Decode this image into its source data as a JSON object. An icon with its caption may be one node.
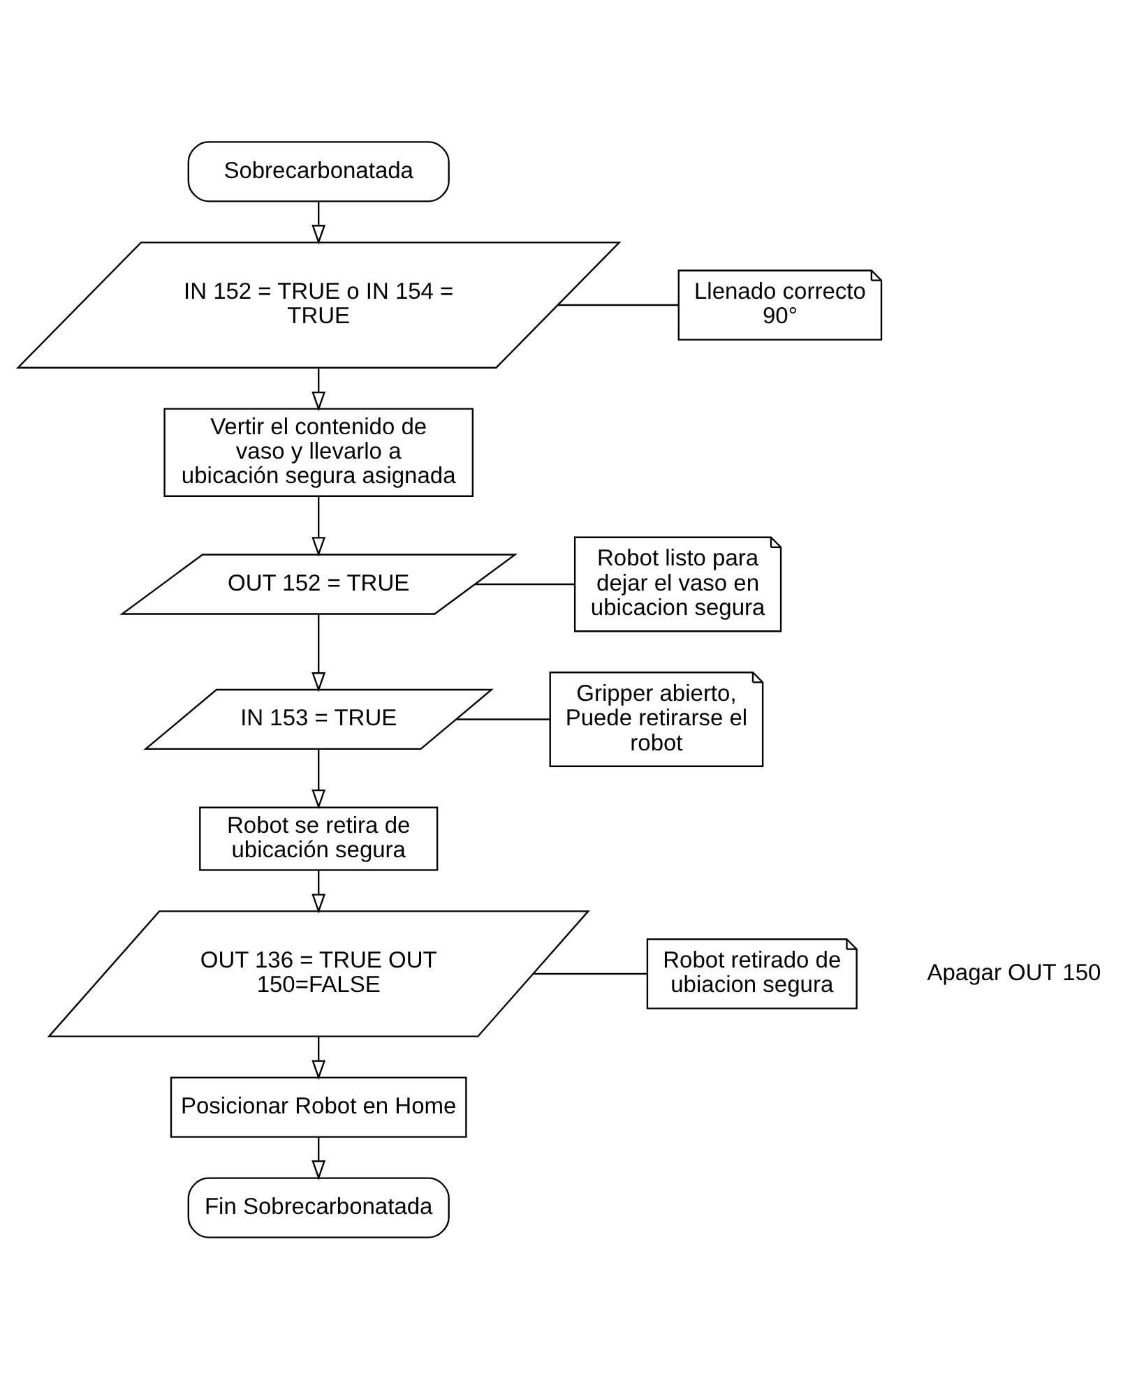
{
  "diagram": {
    "nodes": [
      {
        "text": [
          "Sobrecarbonatada"
        ]
      },
      {
        "text": [
          "IN 152 = TRUE o IN 154 = TRUE"
        ]
      },
      {
        "text": [
          "Vertir el contenido de vaso y llevarlo a ubicación segura asignada"
        ]
      },
      {
        "text": [
          "OUT 152 = TRUE"
        ]
      },
      {
        "text": [
          "IN 153 = TRUE"
        ]
      },
      {
        "text": [
          "Robot se retira de ubicación segura"
        ]
      },
      {
        "text": [
          "OUT 136 = TRUE OUT 150=FALSE"
        ]
      },
      {
        "text": [
          "Posicionar Robot en Home"
        ]
      },
      {
        "text": [
          "Fin Sobrecarbonatada"
        ]
      },
      {
        "text": [
          "Llenado correcto 90°"
        ]
      },
      {
        "text": [
          "Robot listo para dejar el vaso en ubicacion segura"
        ]
      },
      {
        "text": [
          "Gripper abierto, Puede retirarse el robot"
        ]
      },
      {
        "text": [
          "Robot retirado de ubiacion segura"
        ]
      }
    ],
    "edges": [
      {
        "from": 0,
        "to": 1,
        "arrow": "to"
      },
      {
        "from": 1,
        "to": 2,
        "arrow": "to"
      },
      {
        "from": 2,
        "to": 3,
        "arrow": "to"
      },
      {
        "from": 3,
        "to": 4,
        "arrow": "to"
      },
      {
        "from": 4,
        "to": 5,
        "arrow": "to"
      },
      {
        "from": 5,
        "to": 6,
        "arrow": "to"
      },
      {
        "from": 6,
        "to": 7,
        "arrow": "to"
      },
      {
        "from": 7,
        "to": 8,
        "arrow": "to"
      },
      {
        "from": 1,
        "to": 9,
        "arrow": "none"
      },
      {
        "from": 3,
        "to": 10,
        "arrow": "none"
      },
      {
        "from": 4,
        "to": 11,
        "arrow": "none"
      },
      {
        "from": 6,
        "to": 12,
        "arrow": "none"
      }
    ],
    "labels": [
      "Apagar OUT 150"
    ]
  }
}
